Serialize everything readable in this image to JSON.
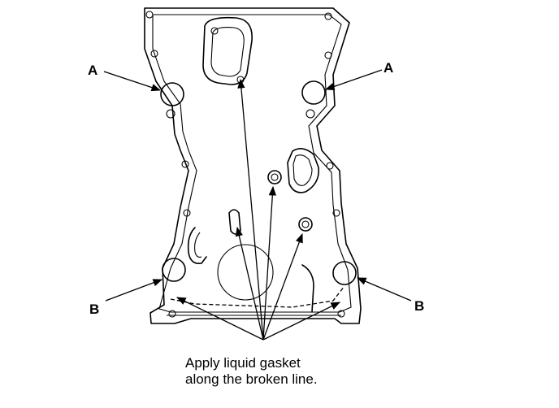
{
  "labels": {
    "a_left": "A",
    "a_right": "A",
    "b_left": "B",
    "b_right": "B"
  },
  "caption": {
    "line1": "Apply liquid gasket",
    "line2": "along the broken line."
  }
}
